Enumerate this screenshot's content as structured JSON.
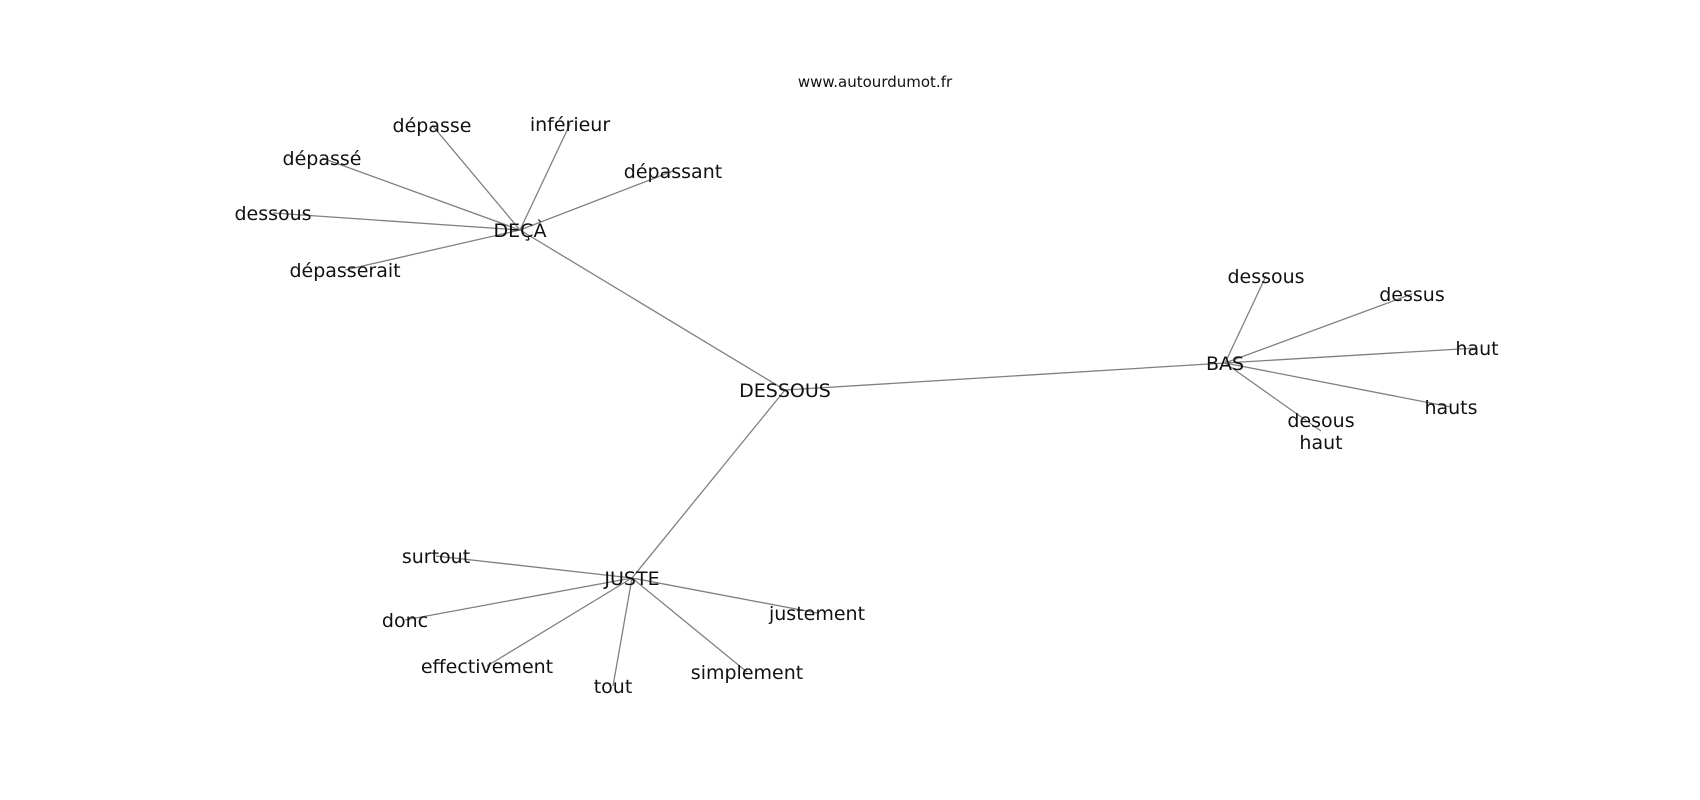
{
  "site": "www.autourdumot.fr",
  "graph": {
    "center": "DESSOUS",
    "hubs": [
      {
        "id": "deca",
        "label": "DEÇÀ",
        "children": [
          "dépasse",
          "inférieur",
          "dépassé",
          "dépassant",
          "dessous",
          "dépasserait"
        ]
      },
      {
        "id": "bas",
        "label": "BAS",
        "children": [
          "dessous",
          "dessus",
          "haut",
          "hauts",
          "desous haut"
        ]
      },
      {
        "id": "juste",
        "label": "JUSTE",
        "children": [
          "surtout",
          "donc",
          "effectivement",
          "tout",
          "simplement",
          "justement"
        ]
      }
    ]
  },
  "colors": {
    "edge": "#808080",
    "text": "#111111",
    "background": "#ffffff"
  }
}
